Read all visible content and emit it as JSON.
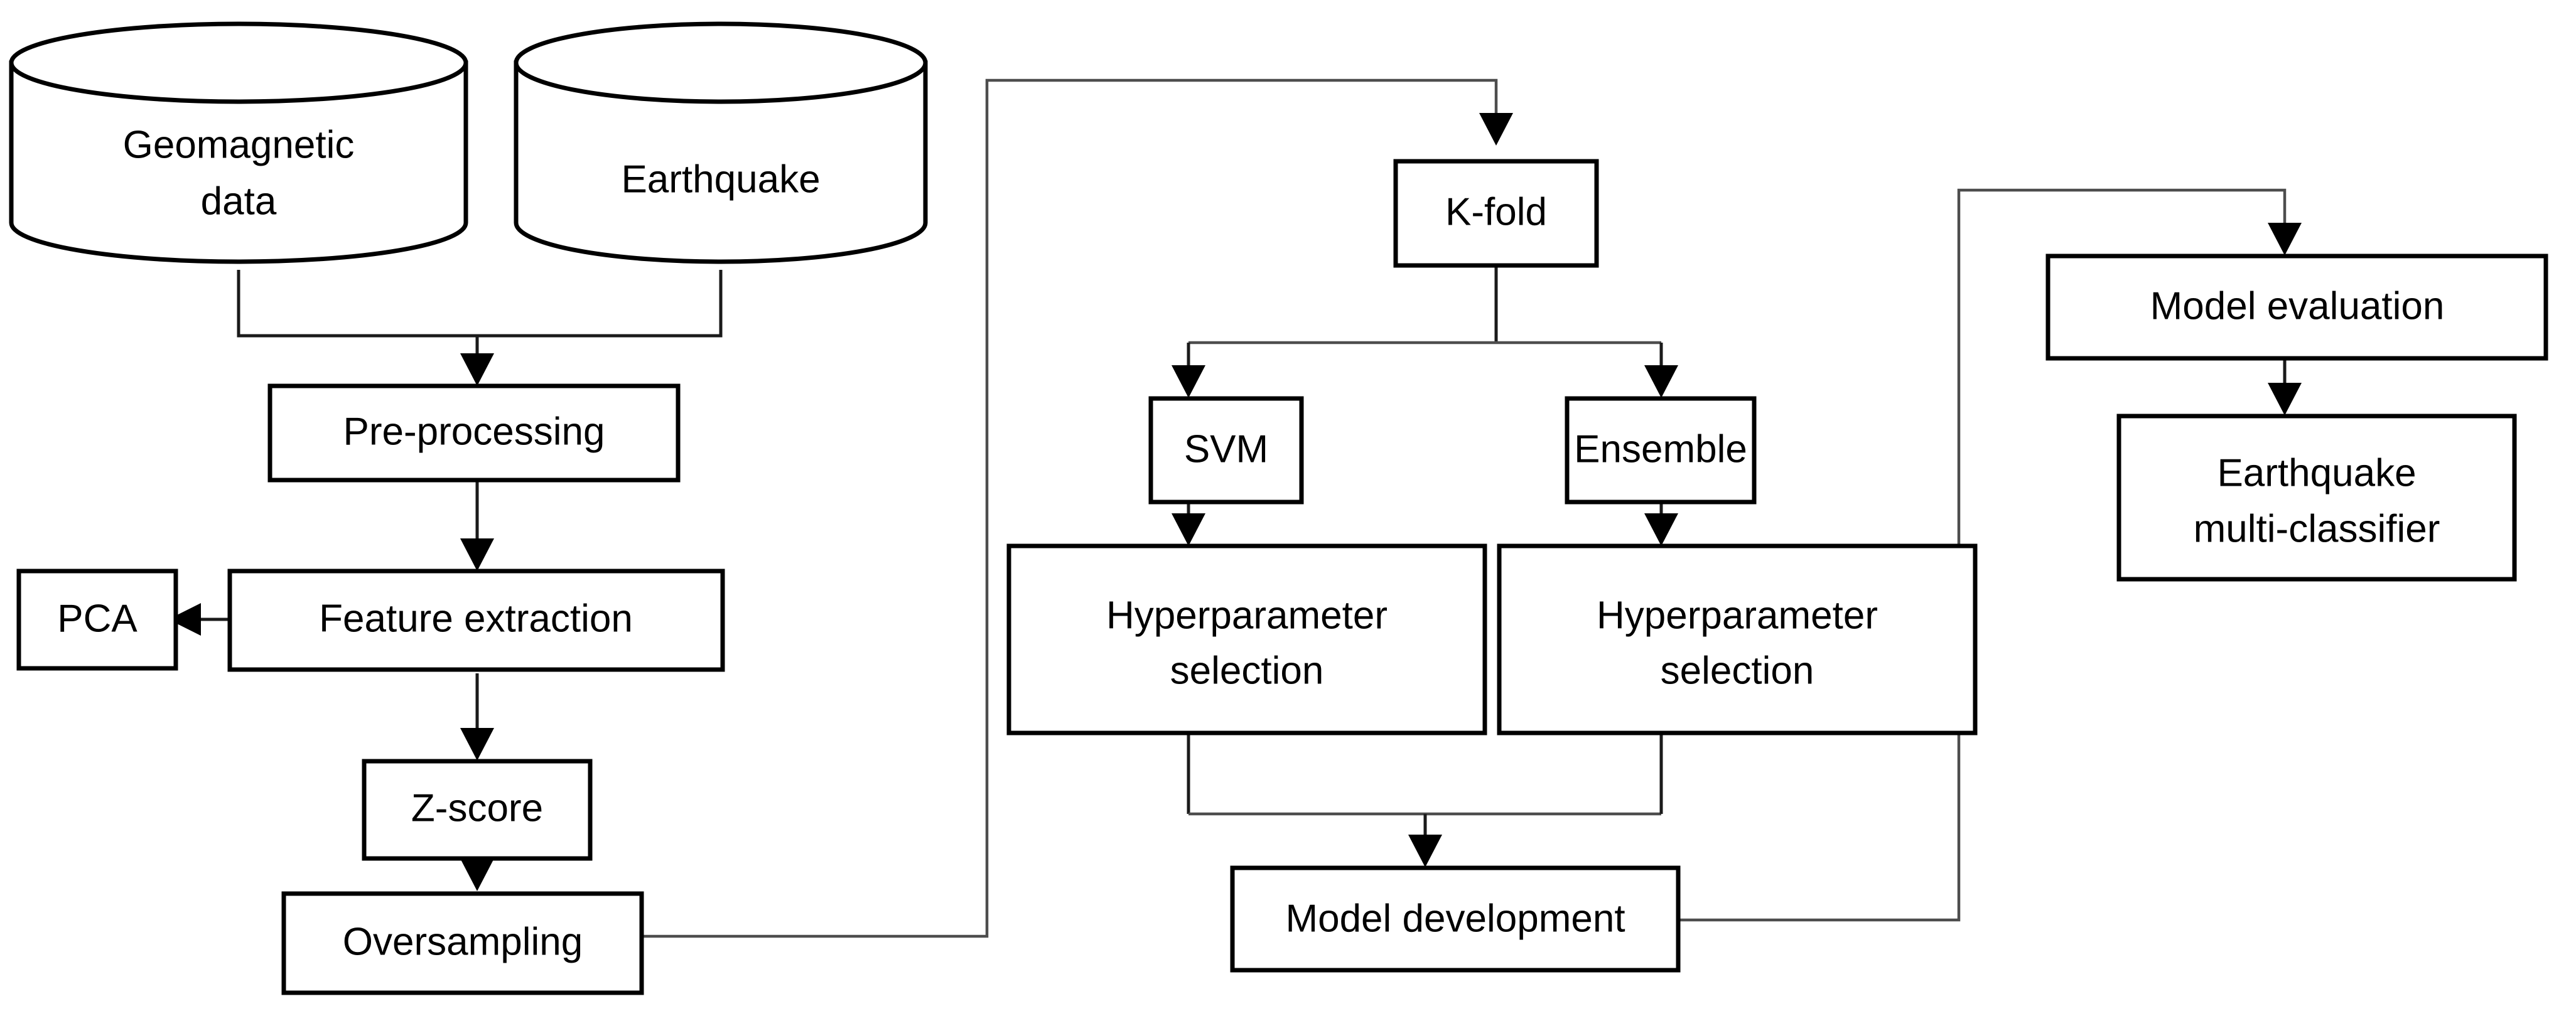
{
  "diagram": {
    "title": "Earthquake multi-classifier machine learning pipeline flowchart",
    "type": "flowchart",
    "background_color": "#ffffff",
    "line_color": "#000000",
    "text_color": "#000000"
  },
  "nodes": {
    "geomagnetic_data": {
      "label_line1": "Geomagnetic",
      "label_line2": "data",
      "shape": "cylinder"
    },
    "earthquake_data": {
      "label_line1": "Earthquake",
      "label_line2": "",
      "shape": "cylinder"
    },
    "preprocessing": {
      "label_line1": "Pre-processing",
      "label_line2": "",
      "shape": "rect"
    },
    "pca": {
      "label_line1": "PCA",
      "label_line2": "",
      "shape": "rect"
    },
    "feature_extraction": {
      "label_line1": "Feature extraction",
      "label_line2": "",
      "shape": "rect"
    },
    "zscore": {
      "label_line1": "Z-score",
      "label_line2": "",
      "shape": "rect"
    },
    "oversampling": {
      "label_line1": "Oversampling",
      "label_line2": "",
      "shape": "rect"
    },
    "kfold": {
      "label_line1": "K-fold",
      "label_line2": "",
      "shape": "rect"
    },
    "svm": {
      "label_line1": "SVM",
      "label_line2": "",
      "shape": "rect"
    },
    "ensemble": {
      "label_line1": "Ensemble",
      "label_line2": "",
      "shape": "rect"
    },
    "hyperparameter_svm": {
      "label_line1": "Hyperparameter",
      "label_line2": "selection",
      "shape": "rect"
    },
    "hyperparameter_ensemble": {
      "label_line1": "Hyperparameter",
      "label_line2": "selection",
      "shape": "rect"
    },
    "model_development": {
      "label_line1": "Model development",
      "label_line2": "",
      "shape": "rect"
    },
    "model_evaluation": {
      "label_line1": "Model evaluation",
      "label_line2": "",
      "shape": "rect"
    },
    "earthquake_multi_classifier": {
      "label_line1": "Earthquake",
      "label_line2": "multi-classifier",
      "shape": "rect"
    }
  },
  "edges": [
    {
      "from": "geomagnetic_data",
      "to": "preprocessing",
      "style": "elbow-merge"
    },
    {
      "from": "earthquake_data",
      "to": "preprocessing",
      "style": "elbow-merge"
    },
    {
      "from": "preprocessing",
      "to": "feature_extraction",
      "style": "straight-down"
    },
    {
      "from": "feature_extraction",
      "to": "pca",
      "style": "straight-left"
    },
    {
      "from": "feature_extraction",
      "to": "zscore",
      "style": "straight-down"
    },
    {
      "from": "zscore",
      "to": "oversampling",
      "style": "straight-down"
    },
    {
      "from": "oversampling",
      "to": "kfold",
      "style": "elbow-right-up"
    },
    {
      "from": "kfold",
      "to": "svm",
      "style": "elbow-split"
    },
    {
      "from": "kfold",
      "to": "ensemble",
      "style": "elbow-split"
    },
    {
      "from": "svm",
      "to": "hyperparameter_svm",
      "style": "straight-down"
    },
    {
      "from": "ensemble",
      "to": "hyperparameter_ensemble",
      "style": "straight-down"
    },
    {
      "from": "hyperparameter_svm",
      "to": "model_development",
      "style": "elbow-merge"
    },
    {
      "from": "hyperparameter_ensemble",
      "to": "model_development",
      "style": "elbow-merge"
    },
    {
      "from": "model_development",
      "to": "model_evaluation",
      "style": "elbow-right-up"
    },
    {
      "from": "model_evaluation",
      "to": "earthquake_multi_classifier",
      "style": "straight-down"
    }
  ]
}
